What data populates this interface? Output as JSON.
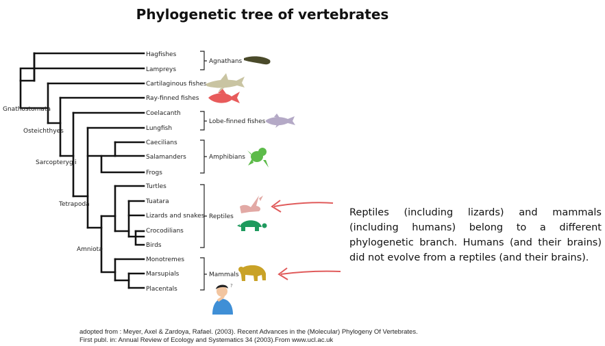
{
  "title": "Phylogenetic tree of vertebrates",
  "tree": {
    "taxa": [
      "Hagfishes",
      "Lampreys",
      "Cartilaginous fishes",
      "Ray-finned fishes",
      "Coelacanth",
      "Lungfish",
      "Caecilians",
      "Salamanders",
      "Frogs",
      "Turtles",
      "Tuatara",
      "Lizards and snakes",
      "Crocodilians",
      "Birds",
      "Monotremes",
      "Marsupials",
      "Placentals"
    ],
    "nodes": [
      "Gnathostomata",
      "Osteichthyes",
      "Sarcopterygii",
      "Tetrapoda",
      "Amniota"
    ],
    "groups": [
      "Agnathans",
      "Lobe-finned fishes",
      "Amphibians",
      "Reptiles",
      "Mammals"
    ]
  },
  "icons": [
    "eel-icon",
    "shark-icon",
    "fish-icon",
    "coelacanth-icon",
    "frog-icon",
    "bird-icon",
    "turtle-icon",
    "bear-icon",
    "thinking-person-icon",
    "arrow-icon"
  ],
  "colors": {
    "eel": "#4a4a2a",
    "shark": "#c9c4a2",
    "fish": "#e85b5b",
    "coelacanth": "#b4a9c6",
    "frog": "#5dbb4a",
    "bird": "#e2a9a5",
    "turtle": "#1f9a5e",
    "bear": "#c9a227",
    "arrow": "#e05a5a"
  },
  "note": "Reptiles (including lizards) and mammals (including humans) belong to a different phylogenetic branch. Humans (and their brains) did not evolve from a reptiles (and their brains).",
  "credit": {
    "line1": "adopted from : Meyer, Axel & Zardoya, Rafael. (2003). Recent Advances in the (Molecular) Phylogeny Of Vertebrates.",
    "line2": "First publ. in: Annual Review of Ecology and Systematics 34 (2003).From www.ucl.ac.uk"
  }
}
